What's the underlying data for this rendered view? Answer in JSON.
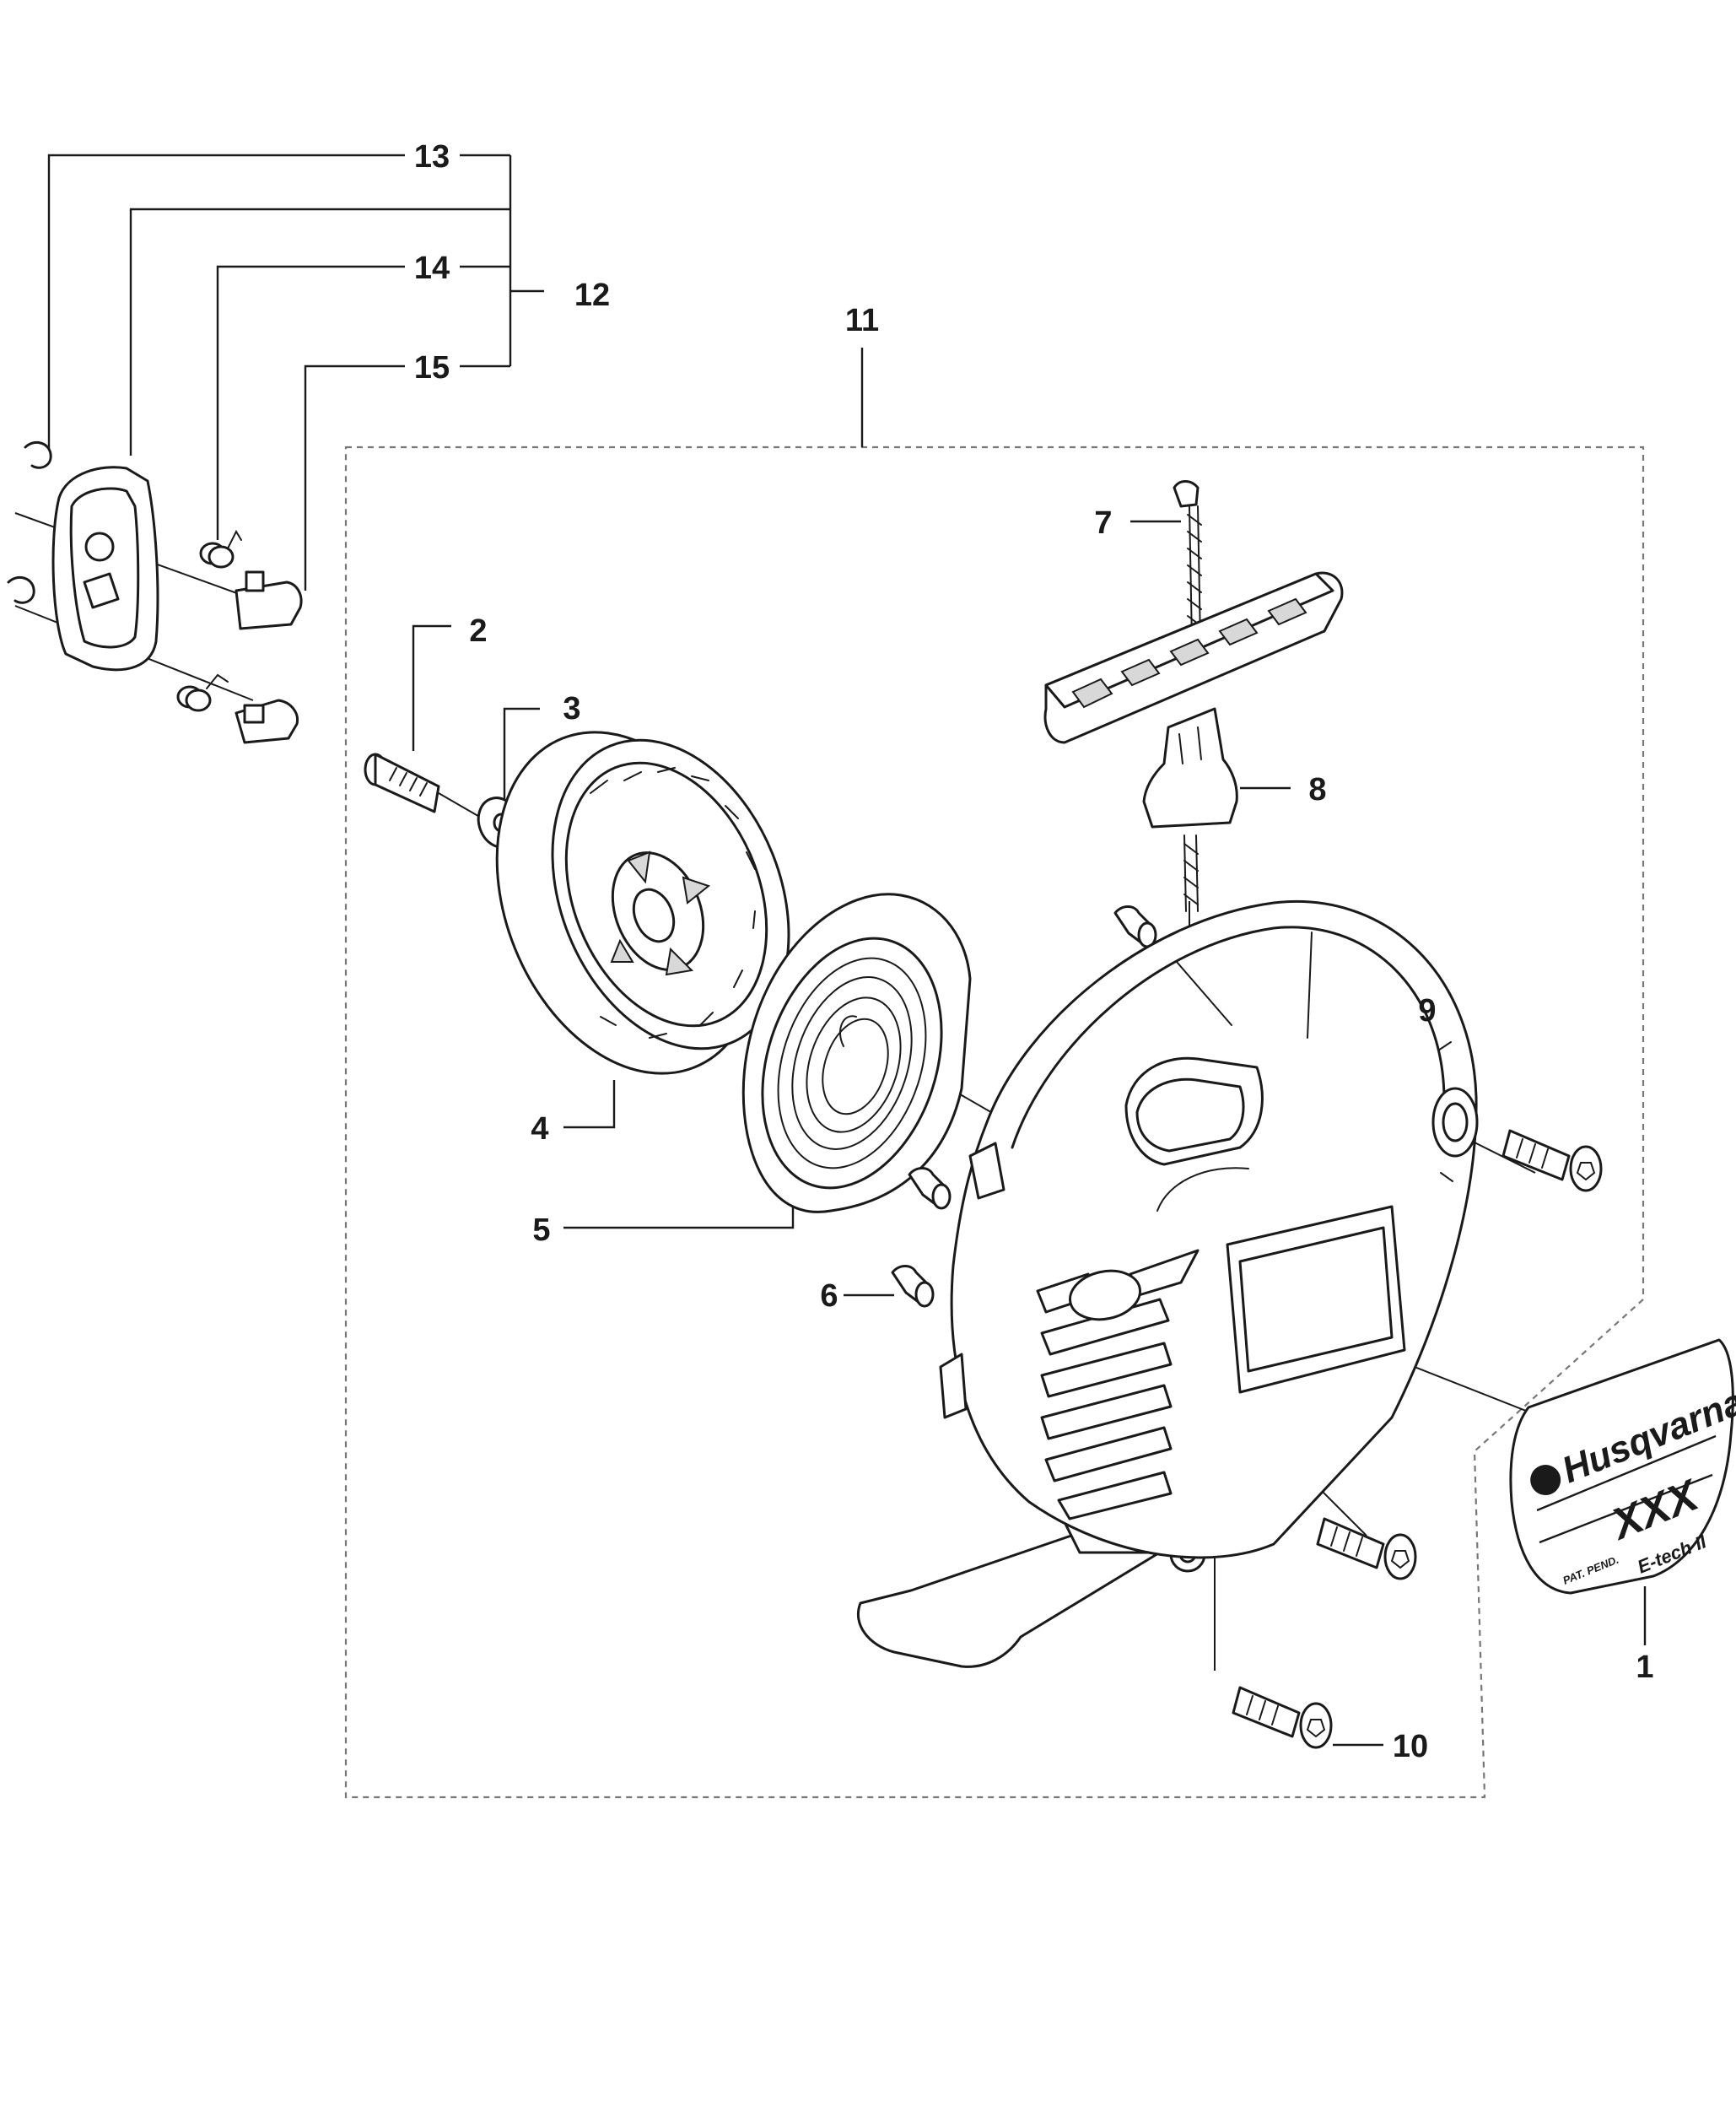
{
  "diagram": {
    "callouts": [
      {
        "id": "13",
        "label": "13"
      },
      {
        "id": "14",
        "label": "14"
      },
      {
        "id": "12",
        "label": "12"
      },
      {
        "id": "15",
        "label": "15"
      },
      {
        "id": "11",
        "label": "11"
      },
      {
        "id": "7",
        "label": "7"
      },
      {
        "id": "2",
        "label": "2"
      },
      {
        "id": "3",
        "label": "3"
      },
      {
        "id": "8",
        "label": "8"
      },
      {
        "id": "9",
        "label": "9"
      },
      {
        "id": "4",
        "label": "4"
      },
      {
        "id": "5",
        "label": "5"
      },
      {
        "id": "6",
        "label": "6"
      },
      {
        "id": "1",
        "label": "1"
      },
      {
        "id": "10",
        "label": "10"
      }
    ],
    "decal": {
      "brand": "Husqvarna",
      "model": "XXX",
      "technology": "E-tech II",
      "patent": "PAT. PEND."
    }
  }
}
